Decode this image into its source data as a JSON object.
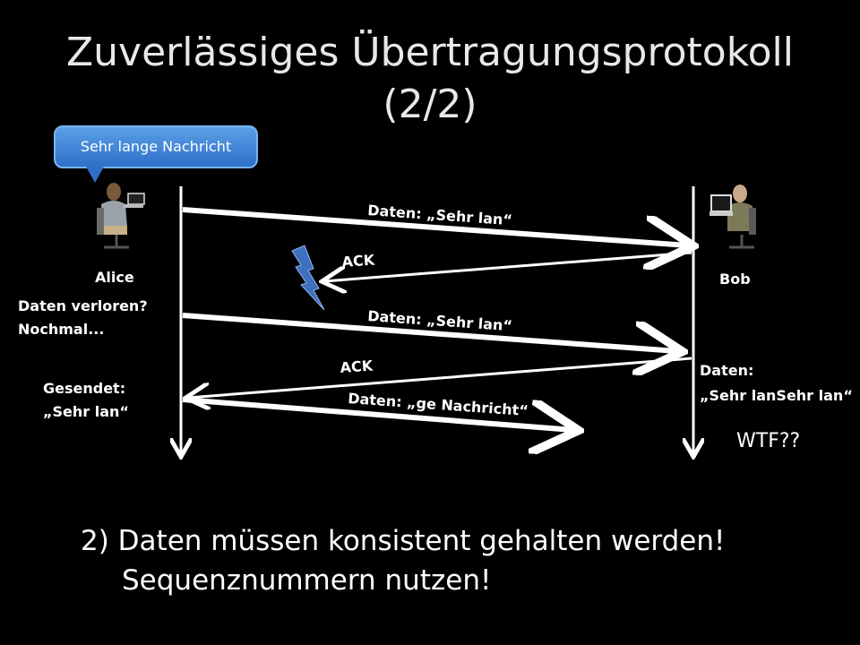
{
  "slide": {
    "title_line1": "Zuverlässiges Übertragungsprotokoll",
    "title_line2": "(2/2)"
  },
  "bubble": {
    "text": "Sehr lange Nachricht"
  },
  "actors": {
    "alice": "Alice",
    "bob": "Bob"
  },
  "alice_notes": {
    "lost_line1": "Daten verloren?",
    "lost_line2": "Nochmal...",
    "sent_line1": "Gesendet:",
    "sent_line2": "„Sehr lan“"
  },
  "bob_notes": {
    "data_line1": "Daten:",
    "data_line2": "„Sehr lanSehr lan“",
    "wtf": "WTF??"
  },
  "messages": {
    "m1": "Daten: „Sehr lan“",
    "ack1": "ACK",
    "m2": "Daten: „Sehr lan“",
    "ack2": "ACK",
    "m3": "Daten: „ge Nachricht“"
  },
  "footer": {
    "line1": "2) Daten müssen konsistent gehalten werden!",
    "line2": "Sequenznummern nutzen!"
  },
  "colors": {
    "background": "#000000",
    "bubble": "#3b7fd6",
    "lightning": "#3f6fbf"
  },
  "icons": [
    "alice-person-icon",
    "bob-person-icon",
    "lightning-icon"
  ]
}
